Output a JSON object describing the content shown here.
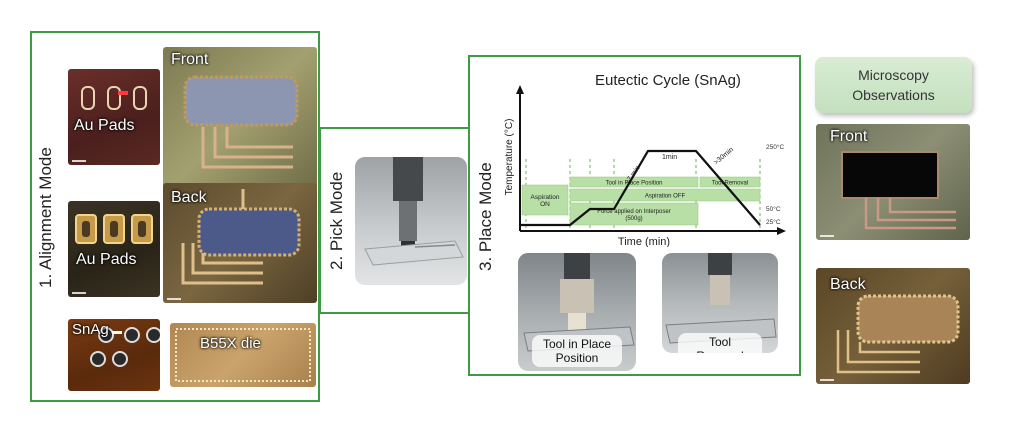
{
  "alignment": {
    "mode_label": "1. Alignment Mode",
    "au_pads_1": "Au Pads",
    "front": "Front",
    "au_pads_2": "Au Pads",
    "back": "Back",
    "snag": "SnAg",
    "die": "B55X die"
  },
  "pick": {
    "mode_label": "2. Pick Mode"
  },
  "place": {
    "mode_label": "3. Place Mode",
    "photo_left_caption": "Tool in Place Position",
    "photo_right_caption": "Tool Removal"
  },
  "microscopy": {
    "title": "Microscopy Observations",
    "front": "Front",
    "back": "Back"
  },
  "chart_data": {
    "type": "line",
    "title": "Eutectic Cycle (SnAg)",
    "xlabel": "Time (min)",
    "ylabel": "Temperature (°C)",
    "y_ticks": [
      "250°C",
      "50°C",
      "25°C"
    ],
    "series": [
      {
        "values": [
          25,
          25,
          50,
          50,
          250,
          250,
          25
        ]
      }
    ],
    "segment_annotations": [
      "~7 min",
      "1min",
      ">30min"
    ],
    "phases": [
      {
        "label": "Aspiration ON"
      },
      {
        "label": "Tool in Place Position"
      },
      {
        "label": "Tool Removal"
      },
      {
        "label": "Aspiration OFF"
      },
      {
        "label": "Force applied on Interposer (500g)"
      }
    ],
    "colors": {
      "curve": "#111111",
      "phase_box": "#b7dfa6",
      "guide": "#6ab04c"
    }
  }
}
